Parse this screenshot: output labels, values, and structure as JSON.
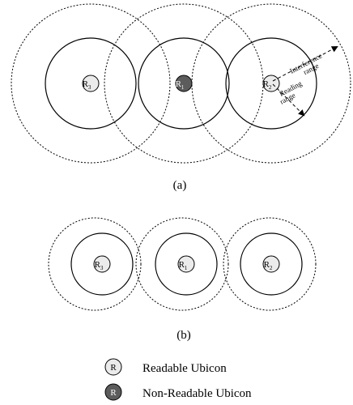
{
  "panel_a": {
    "caption": "(a)",
    "readers": [
      {
        "letter": "R",
        "sub": "3",
        "readable": true
      },
      {
        "letter": "R",
        "sub": "1",
        "readable": false
      },
      {
        "letter": "R",
        "sub": "2",
        "readable": true
      }
    ],
    "interference_label": [
      "Interference",
      "range"
    ],
    "reading_label": [
      "Reading",
      "range"
    ]
  },
  "panel_b": {
    "caption": "(b)",
    "readers": [
      {
        "letter": "R",
        "sub": "3",
        "readable": true
      },
      {
        "letter": "R",
        "sub": "1",
        "readable": true
      },
      {
        "letter": "R",
        "sub": "2",
        "readable": true
      }
    ]
  },
  "legend": {
    "items": [
      {
        "symbol": "R",
        "label": "Readable Ubicon",
        "readable": true
      },
      {
        "symbol": "R",
        "label": "Non-Readable Ubicon",
        "readable": false
      }
    ]
  },
  "colors": {
    "readable_fill": "#ebebeb",
    "non_readable_fill": "#5c5c5c",
    "stroke": "#000000"
  }
}
